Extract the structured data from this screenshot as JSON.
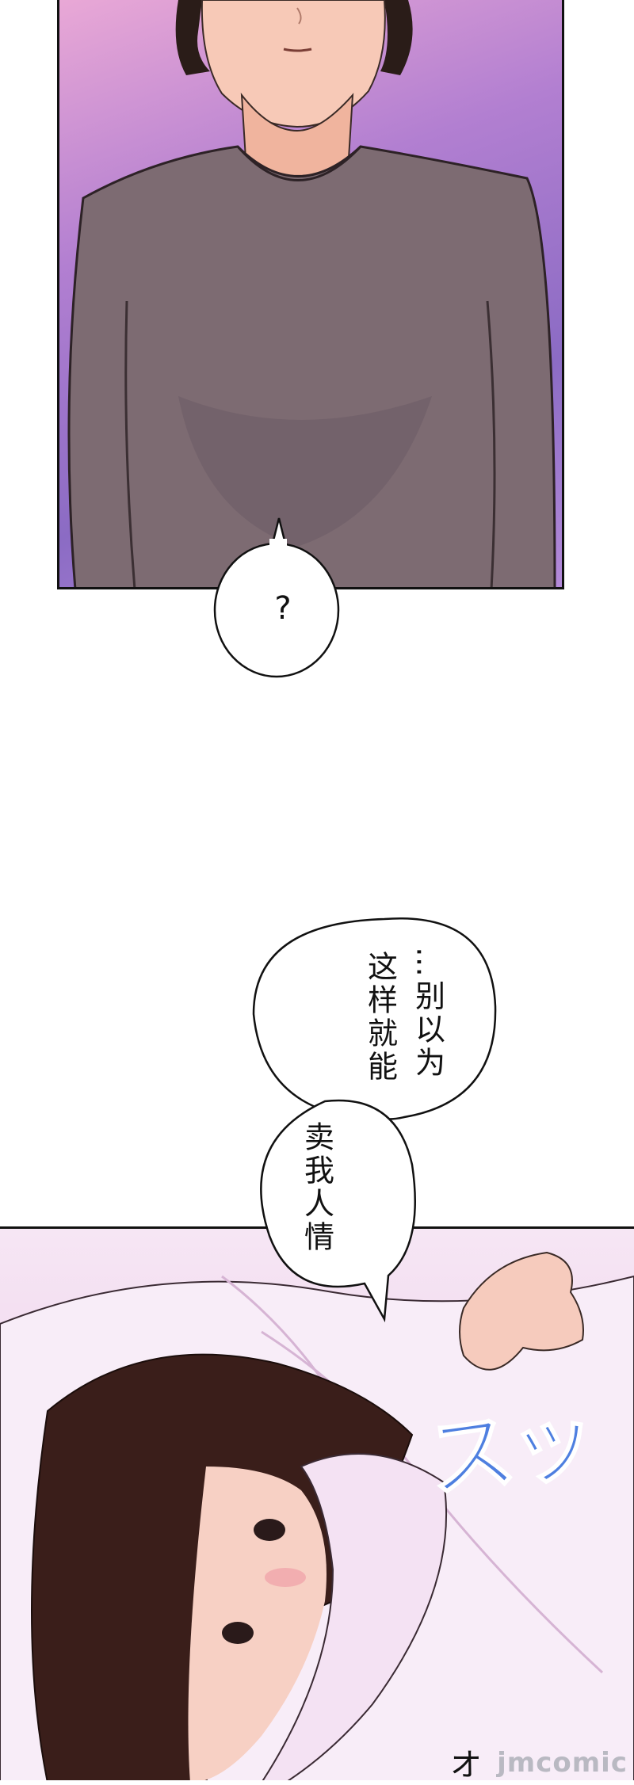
{
  "bubble_question": {
    "text": "?"
  },
  "bubble_main": {
    "column_1": "…别以为",
    "column_2": "这样就能",
    "column_3": "卖我人情"
  },
  "sfx": {
    "text": "スッ"
  },
  "bottom_caption": {
    "text": "オ"
  },
  "watermark": {
    "text": "jmcomic"
  },
  "colors": {
    "panel_border": "#111111",
    "top_bg": "#b27fd1",
    "shirt": "#7d6b72",
    "bottom_bg": "#f0d6ee",
    "hair": "#3a1e1a",
    "sfx": "#4e7fe0"
  }
}
